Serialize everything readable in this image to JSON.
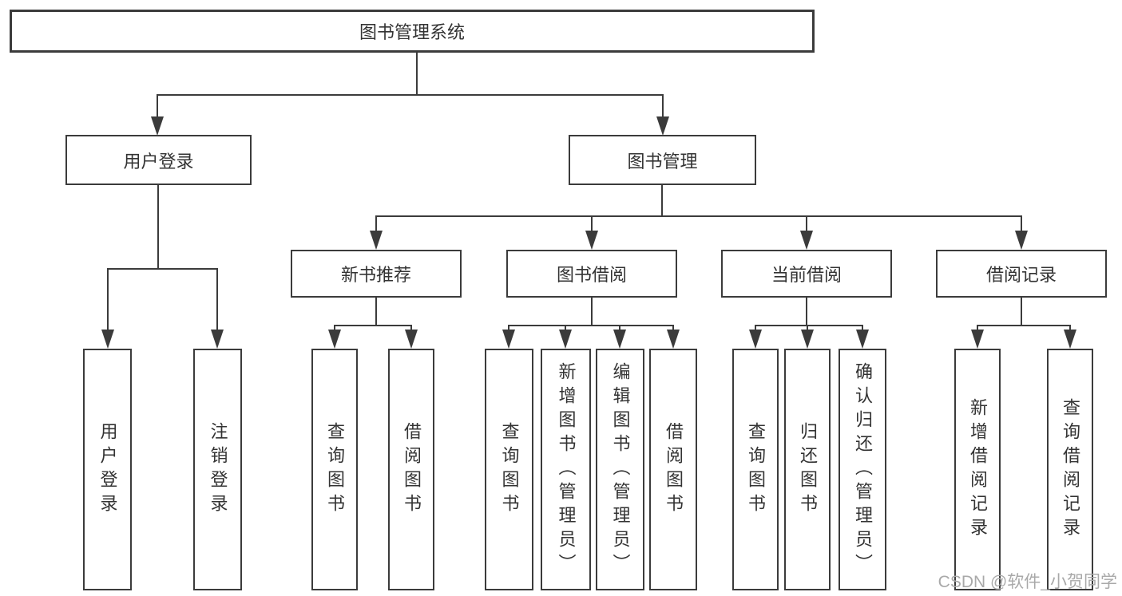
{
  "diagram": {
    "title": "图书管理系统",
    "root": {
      "label": "图书管理系统"
    },
    "level2": [
      {
        "id": "user-login",
        "label": "用户登录"
      },
      {
        "id": "book-management",
        "label": "图书管理"
      }
    ],
    "level3": [
      {
        "id": "new-book-recommend",
        "label": "新书推荐"
      },
      {
        "id": "book-borrow",
        "label": "图书借阅"
      },
      {
        "id": "current-borrow",
        "label": "当前借阅"
      },
      {
        "id": "borrow-records",
        "label": "借阅记录"
      }
    ],
    "leaves": {
      "user_login": [
        "用户登录",
        "注销登录"
      ],
      "new_books": [
        "查询图书",
        "借阅图书"
      ],
      "book_borrow": [
        "查询图书",
        "新增图书（管理员）",
        "编辑图书（管理员）",
        "借阅图书"
      ],
      "current_borrow": [
        "查询图书",
        "归还图书",
        "确认归还（管理员）"
      ],
      "borrow_records": [
        "新增借阅记录",
        "查询借阅记录"
      ]
    },
    "colors": {
      "line": "#3b3b3b",
      "text": "#333333",
      "background": "#ffffff",
      "watermark": "#a9a9a9"
    },
    "watermark": "CSDN @软件_小贺同学"
  }
}
